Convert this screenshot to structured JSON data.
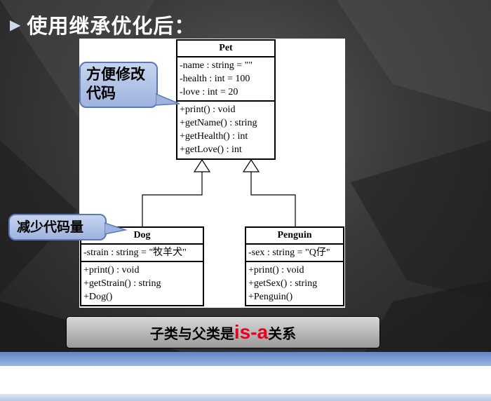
{
  "slide": {
    "title": "使用继承优化后：",
    "callout_top": [
      "方便修改",
      "代码"
    ],
    "callout_bottom": "减少代码量",
    "bottom_bar": {
      "prefix": "子类与父类是",
      "highlight": "is-a",
      "suffix": "关系"
    }
  },
  "classes": {
    "pet": {
      "name": "Pet",
      "attributes": [
        "-name : string = \"\"",
        "-health : int = 100",
        "-love : int = 20"
      ],
      "methods": [
        "+print() : void",
        "+getName() : string",
        "+getHealth() : int",
        "+getLove() : int"
      ]
    },
    "dog": {
      "name": "Dog",
      "attributes": [
        "-strain : string = \"牧羊犬\""
      ],
      "methods": [
        "+print() : void",
        "+getStrain() : string",
        "+Dog()"
      ]
    },
    "penguin": {
      "name": "Penguin",
      "attributes": [
        "-sex : string = \"Q仔\""
      ],
      "methods": [
        "+print() : void",
        "+getSex() : string",
        "+Penguin()"
      ]
    }
  },
  "colors": {
    "callout_fill": "#b3c4e8",
    "highlight": "#e8001c",
    "footer": "#5e86c4"
  }
}
